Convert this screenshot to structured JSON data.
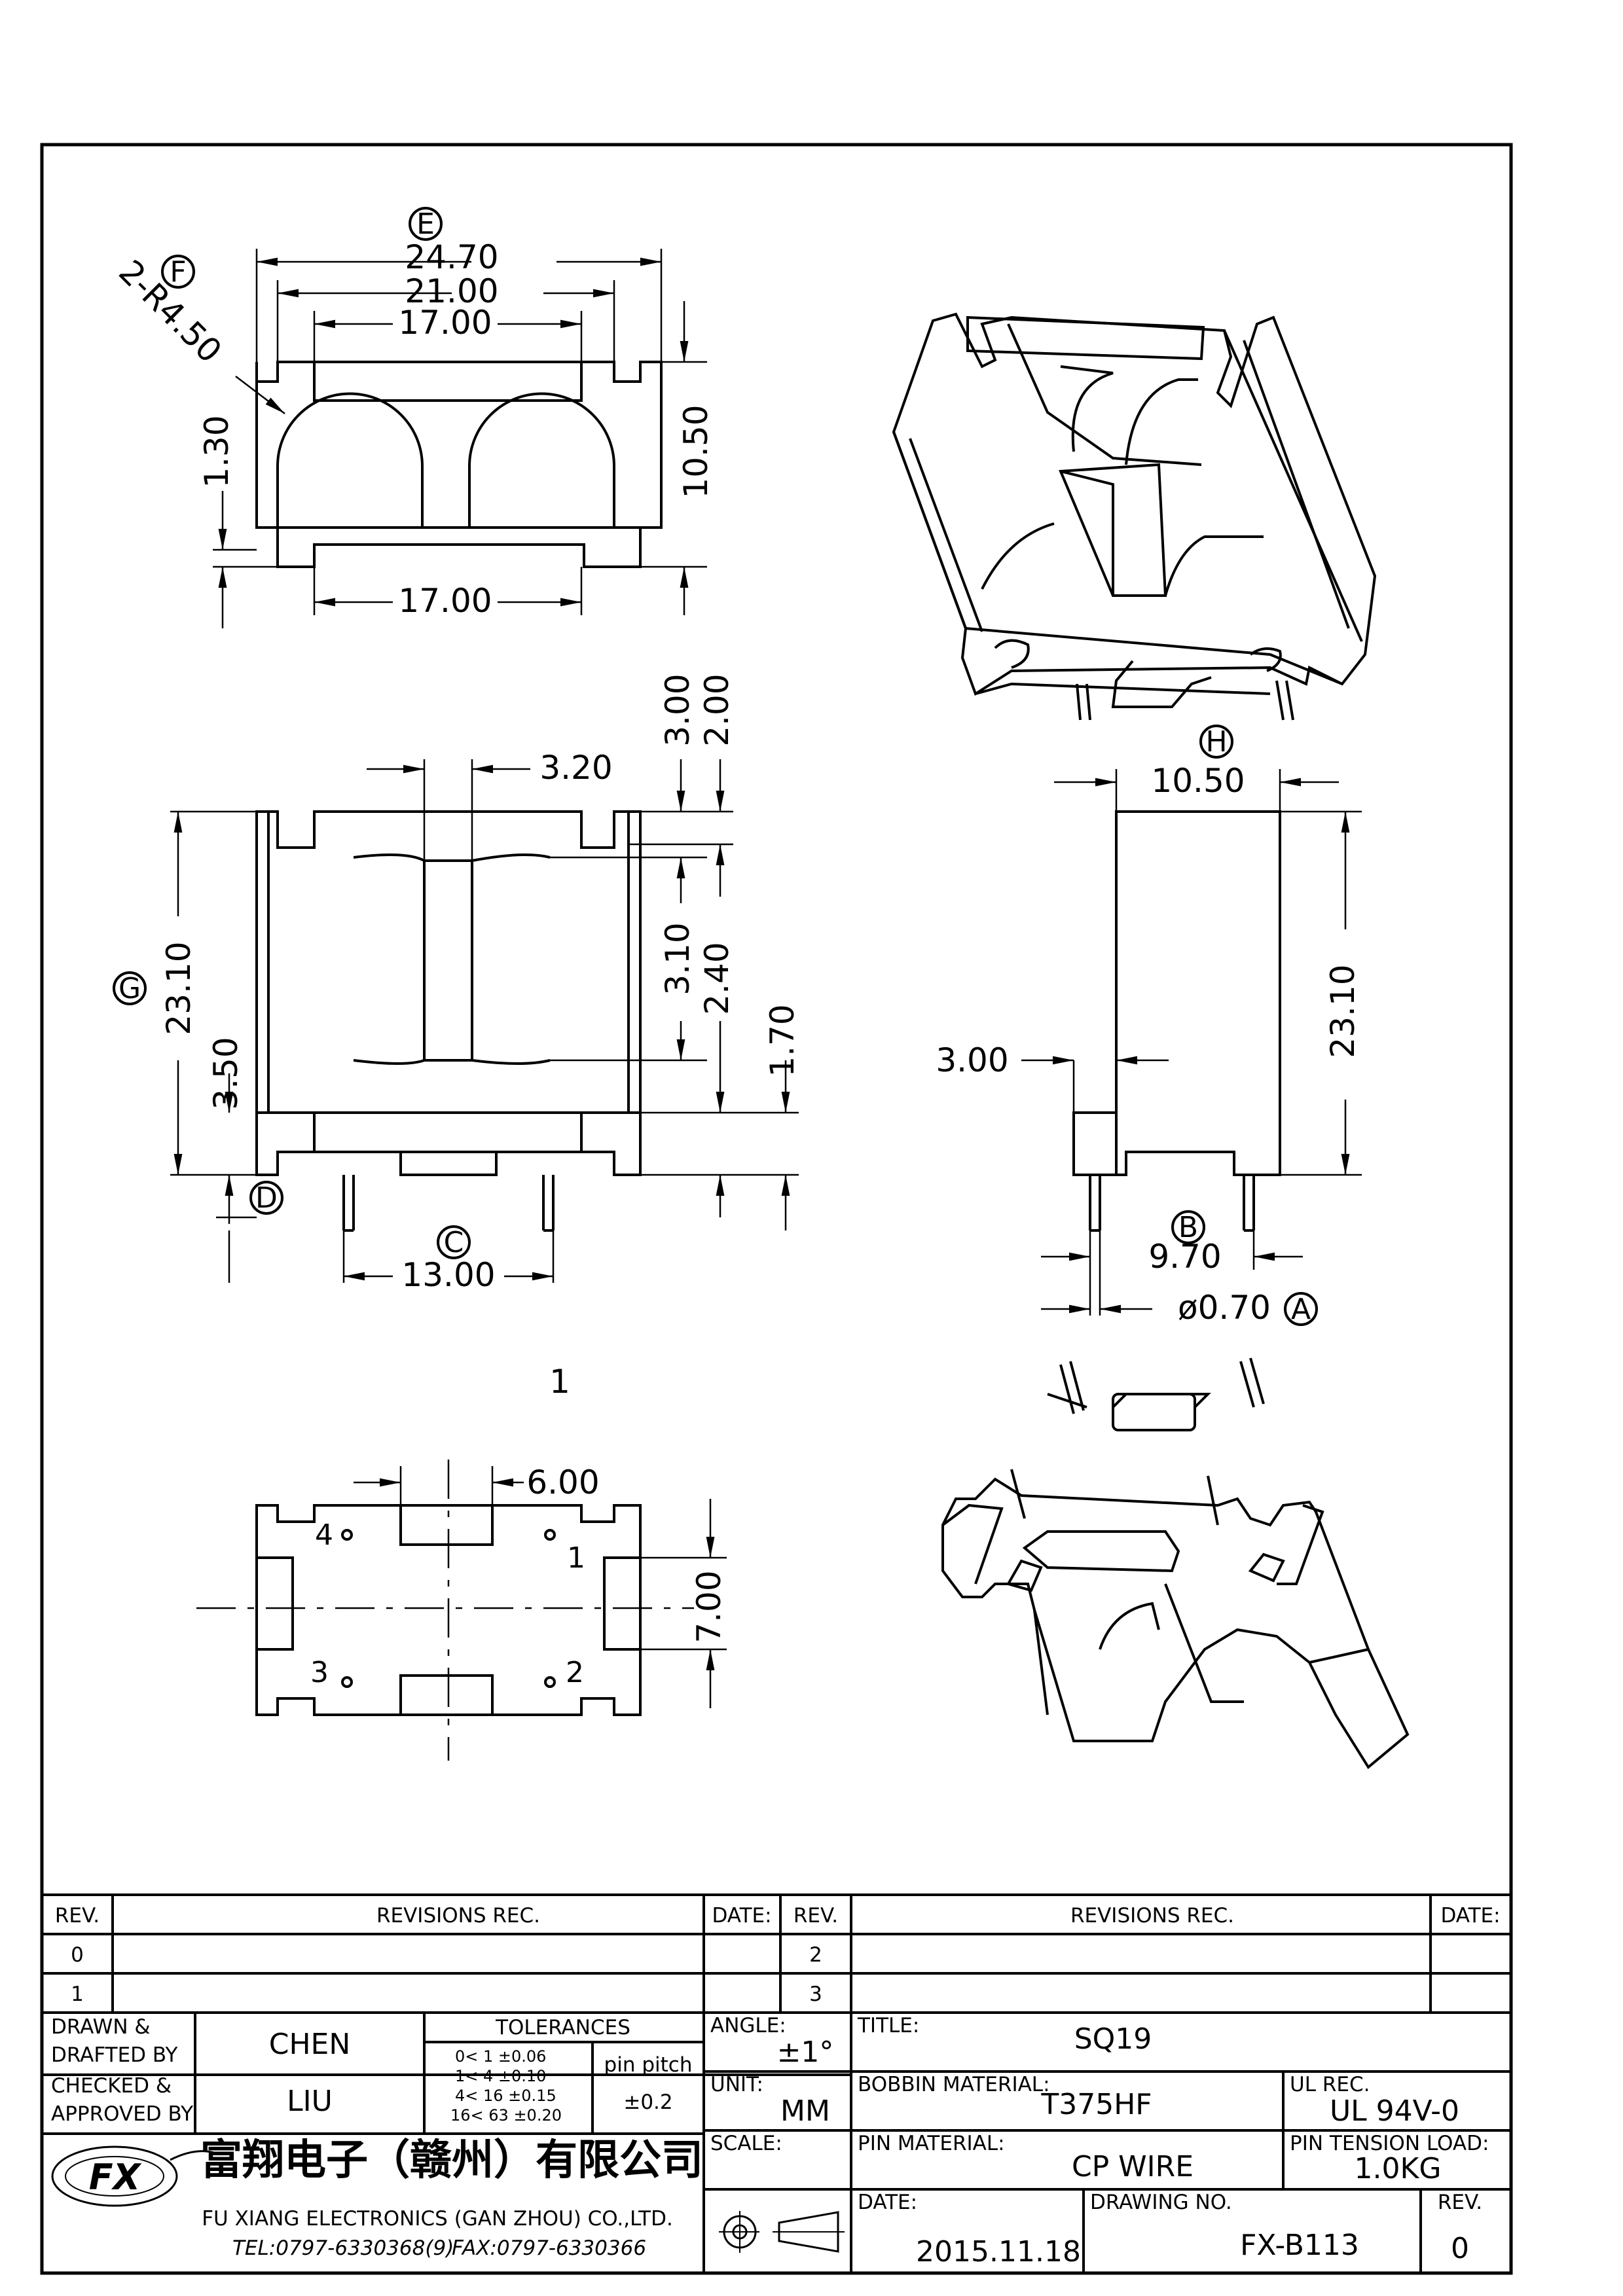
{
  "dims": {
    "e_w1": "24.70",
    "e_w2": "21.00",
    "e_w3": "17.00",
    "radius": "2-R4.50",
    "top_h": "10.50",
    "top_low": "1.30",
    "top_bottom_w": "17.00",
    "front_slot": "3.20",
    "front_3_00": "3.00",
    "front_2_00": "2.00",
    "front_h": "23.10",
    "front_3_10": "3.10",
    "front_2_40": "2.40",
    "front_1_70": "1.70",
    "front_3_50": "3.50",
    "front_pins": "13.00",
    "side_w": "10.50",
    "side_h": "23.10",
    "side_step": "3.00",
    "side_pins": "9.70",
    "pin_dia": "ø0.70",
    "bottom_w": "6.00",
    "bottom_h": "7.00",
    "view_num": "1"
  },
  "markers": {
    "A": "A",
    "B": "B",
    "C": "C",
    "D": "D",
    "E": "E",
    "F": "F",
    "G": "G",
    "H": "H"
  },
  "pins": {
    "p1": "1",
    "p2": "2",
    "p3": "3",
    "p4": "4"
  },
  "revisions": {
    "rev_h": "REV.",
    "rec_h": "REVISIONS  REC.",
    "date_h": "DATE:",
    "rows_left": [
      "0",
      "1"
    ],
    "rows_right": [
      "2",
      "3"
    ]
  },
  "titleblock": {
    "drawn_label": "DRAWN &",
    "drafted_label": "DRAFTED BY",
    "drawn_by": "CHEN",
    "checked_label": "CHECKED &",
    "approved_label": "APPROVED BY",
    "approved_by": "LIU",
    "tol_title": "TOLERANCES",
    "tol_rows": [
      "0<   1   ±0.06",
      "1<   4   ±0.10",
      "4<  16  ±0.15",
      "16<  63  ±0.20"
    ],
    "pitch_label": "pin pitch",
    "pitch_value": "±0.2",
    "angle_label": "ANGLE:",
    "angle_value": "±1°",
    "unit_label": "UNIT:",
    "unit_value": "MM",
    "scale_label": "SCALE:",
    "title_label": "TITLE:",
    "title_value": "SQ19",
    "bobbin_label": "BOBBIN MATERIAL:",
    "bobbin_value": "T375HF",
    "ul_label": "UL REC.",
    "ul_value": "UL 94V-0",
    "pinmat_label": "PIN MATERIAL:",
    "pinmat_value": "CP WIRE",
    "tension_label": "PIN TENSION LOAD:",
    "tension_value": "1.0KG",
    "date_label": "DATE:",
    "date_value": "2015.11.18",
    "dwg_label": "DRAWING NO.",
    "dwg_value": "FX-B113",
    "rev_label": "REV.",
    "rev_value": "0",
    "company_cn": "富翔电子（赣州）有限公司",
    "company_en": "FU XIANG ELECTRONICS (GAN ZHOU) CO.,LTD.",
    "tel": "TEL:0797-6330368(9)",
    "fax": "FAX:0797-6330366",
    "logo_text": "FX"
  }
}
